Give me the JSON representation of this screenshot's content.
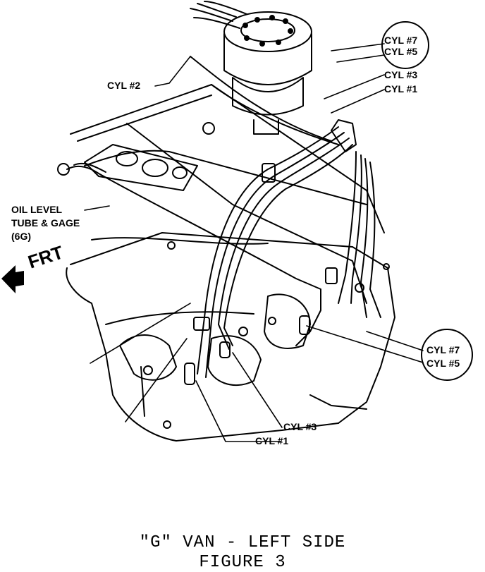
{
  "labels": {
    "cyl7_top": "CYL #7",
    "cyl5_top": "CYL #5",
    "cyl3_top": "CYL #3",
    "cyl1_top": "CYL #1",
    "cyl2": "CYL #2",
    "oil_line1": "OIL LEVEL",
    "oil_line2": "TUBE & GAGE",
    "oil_line3": "(6G)",
    "frt": "FRT",
    "cyl7_bottom": "CYL #7",
    "cyl5_bottom": "CYL #5",
    "cyl3_bottom": "CYL #3",
    "cyl1_bottom": "CYL #1"
  },
  "caption": {
    "line1": "\"G\" VAN - LEFT SIDE",
    "line2": "FIGURE 3"
  },
  "colors": {
    "ink": "#000000",
    "paper": "#ffffff"
  }
}
